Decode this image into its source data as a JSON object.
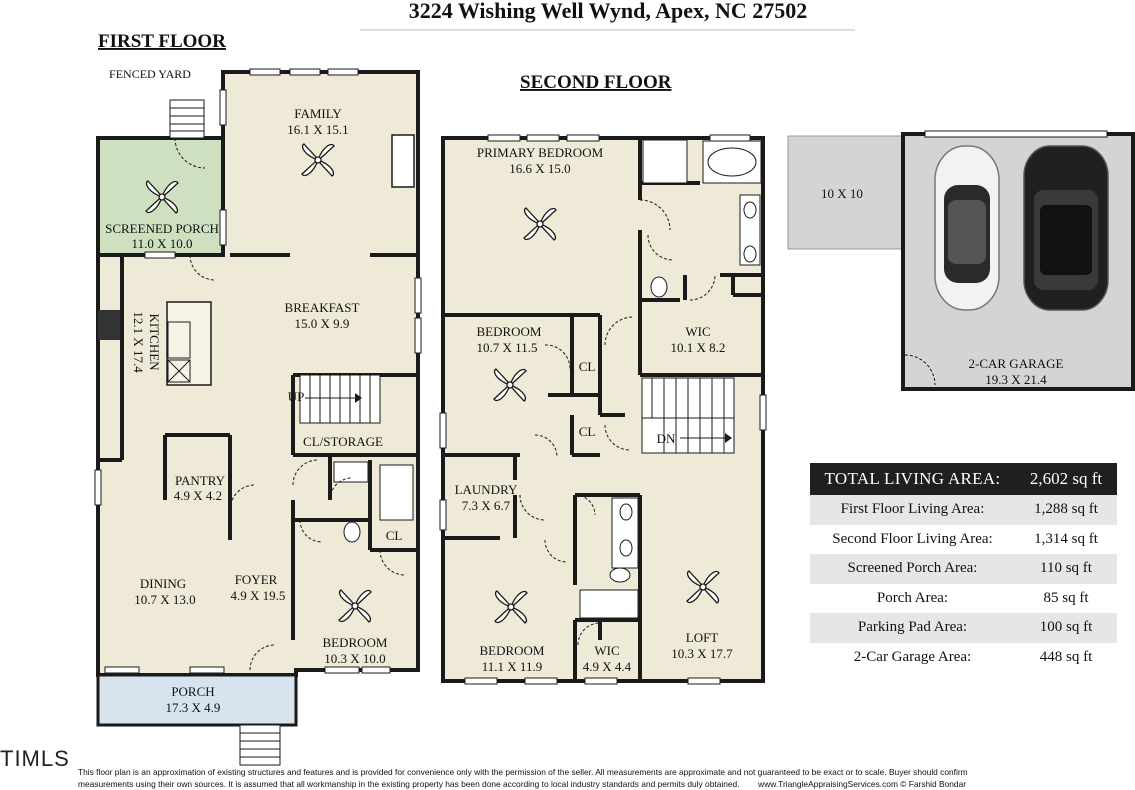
{
  "header": {
    "address": "3224 Wishing Well Wynd, Apex, NC 27502"
  },
  "floors": {
    "first": {
      "title": "FIRST FLOOR",
      "fenced_yard": "FENCED YARD",
      "rooms": [
        {
          "name": "FAMILY",
          "dims": "16.1 X 15.1"
        },
        {
          "name": "SCREENED PORCH",
          "dims": "11.0 X 10.0"
        },
        {
          "name": "BREAKFAST",
          "dims": "15.0 X 9.9"
        },
        {
          "name": "KITCHEN",
          "dims": "12.1 X 17.4"
        },
        {
          "name": "PANTRY",
          "dims": "4.9 X 4.2"
        },
        {
          "name": "CL/STORAGE",
          "dims": ""
        },
        {
          "name": "DINING",
          "dims": "10.7 X 13.0"
        },
        {
          "name": "FOYER",
          "dims": "4.9 X 19.5"
        },
        {
          "name": "BEDROOM",
          "dims": "10.3 X 10.0"
        },
        {
          "name": "PORCH",
          "dims": "17.3 X 4.9"
        }
      ],
      "labels": {
        "up": "UP",
        "cl": "CL"
      }
    },
    "second": {
      "title": "SECOND FLOOR",
      "rooms": [
        {
          "name": "PRIMARY BEDROOM",
          "dims": "16.6 X 15.0"
        },
        {
          "name": "BEDROOM",
          "dims": "10.7 X 11.5"
        },
        {
          "name": "WIC",
          "dims": "10.1 X 8.2"
        },
        {
          "name": "LAUNDRY",
          "dims": "7.3 X 6.7"
        },
        {
          "name": "BEDROOM",
          "dims": "11.1 X 11.9"
        },
        {
          "name": "WIC",
          "dims": "4.9 X 4.4"
        },
        {
          "name": "LOFT",
          "dims": "10.3 X 17.7"
        }
      ],
      "labels": {
        "cl1": "CL",
        "cl2": "CL",
        "dn": "DN"
      }
    },
    "garage": {
      "pad": "10 X 10",
      "name": "2-CAR GARAGE",
      "dims": "19.3 X 21.4"
    }
  },
  "area_table": {
    "header": {
      "label": "TOTAL LIVING AREA:",
      "value": "2,602 sq ft"
    },
    "rows": [
      {
        "label": "First Floor Living Area:",
        "value": "1,288 sq ft"
      },
      {
        "label": "Second Floor Living Area:",
        "value": "1,314 sq ft"
      },
      {
        "label": "Screened Porch Area:",
        "value": "110 sq ft"
      },
      {
        "label": "Porch Area:",
        "value": "85 sq ft"
      },
      {
        "label": "Parking Pad Area:",
        "value": "100 sq ft"
      },
      {
        "label": "2-Car Garage Area:",
        "value": "448 sq ft"
      }
    ]
  },
  "footer": {
    "mls": "TIMLS",
    "line1": "This floor plan is an approximation of existing structures and features and is provided for convenience only with the permission of the seller.  All measurements are approximate and not guaranteed to be exact or to scale.  Buyer should confirm",
    "line2": "measurements using their own sources.  It is assumed that all workmanship in the existing property has been done according to local industry standards and permits duly obtained.",
    "credit": "www.TriangleAppraisingServices.com   © Farshid Bondar"
  },
  "colors": {
    "floor": "#efe9d8",
    "screened_porch": "#cfe0c0",
    "porch": "#d7e4ee",
    "garage": "#d4d4d4",
    "wall": "#1a1a1a",
    "table_head": "#1f1f1f",
    "table_shade": "#e6e6e6"
  }
}
